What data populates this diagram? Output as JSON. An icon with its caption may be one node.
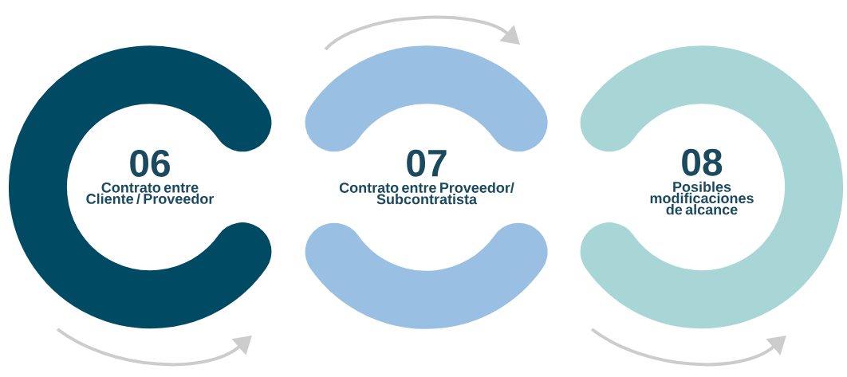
{
  "diagram": {
    "nodes": [
      {
        "text": [
          "06",
          "Contrato entre Cliente / Proveedor"
        ]
      },
      {
        "text": [
          "07",
          "Contrato entre Proveedor/ Subcontratista"
        ]
      },
      {
        "text": [
          "08",
          "Posibles modificaciones de alcance"
        ]
      }
    ]
  }
}
